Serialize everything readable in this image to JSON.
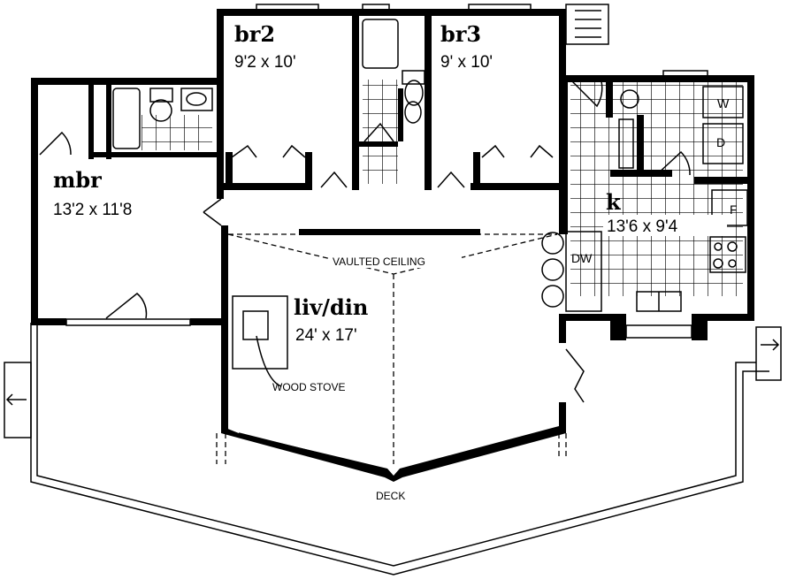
{
  "rooms": {
    "mbr": {
      "name": "mbr",
      "size": "13'2 x 11'8"
    },
    "br2": {
      "name": "br2",
      "size": "9'2 x 10'"
    },
    "br3": {
      "name": "br3",
      "size": "9' x 10'"
    },
    "kitchen": {
      "name": "k",
      "size": "13'6 x 9'4"
    },
    "living": {
      "name": "liv/din",
      "size": "24' x 17'"
    }
  },
  "labels": {
    "vaulted_ceiling": "VAULTED CEILING",
    "wood_stove": "WOOD STOVE",
    "deck": "DECK",
    "washer": "W",
    "dryer": "D",
    "fridge": "F",
    "dishwasher": "DW"
  }
}
